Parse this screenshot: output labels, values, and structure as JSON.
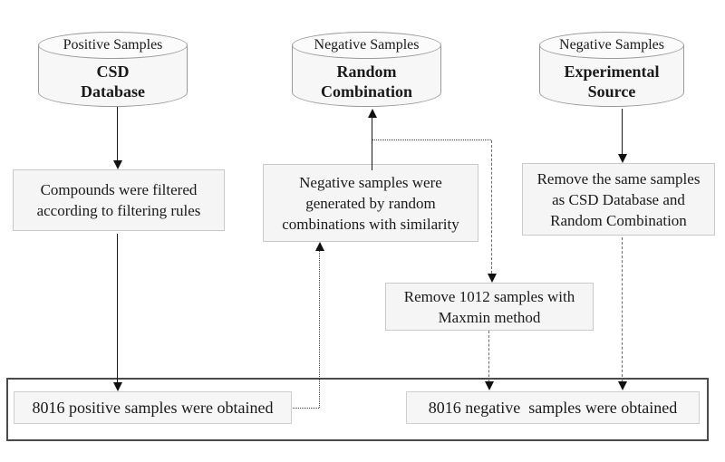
{
  "colors": {
    "box_fill": "#f5f5f5",
    "box_border": "#c9c9c9",
    "cylinder_fill": "#f7f7f7",
    "cylinder_border": "#9a9a9a",
    "solid_line": "#1a1a1a",
    "dashed_line": "#6e6e6e",
    "dotted_line": "#444444",
    "container_border": "#4a4a4a",
    "text": "#1a1a1a",
    "background": "#ffffff"
  },
  "cylinders": {
    "csd": {
      "tag": "Positive Samples",
      "name": "CSD\nDatabase"
    },
    "random": {
      "tag": "Negative Samples",
      "name": "Random\nCombination"
    },
    "experimental": {
      "tag": "Negative Samples",
      "name": "Experimental\nSource"
    }
  },
  "boxes": {
    "filter": "Compounds were filtered\naccording to filtering rules",
    "generate": "Negative samples were\ngenerated by random\ncombinations with similarity",
    "dedupe": "Remove the same samples\nas CSD Database and\nRandom Combination",
    "maxmin": "Remove 1012 samples with\nMaxmin method",
    "positive_result": "8016 positive samples were obtained",
    "negative_result": "8016 negative  samples were obtained"
  }
}
